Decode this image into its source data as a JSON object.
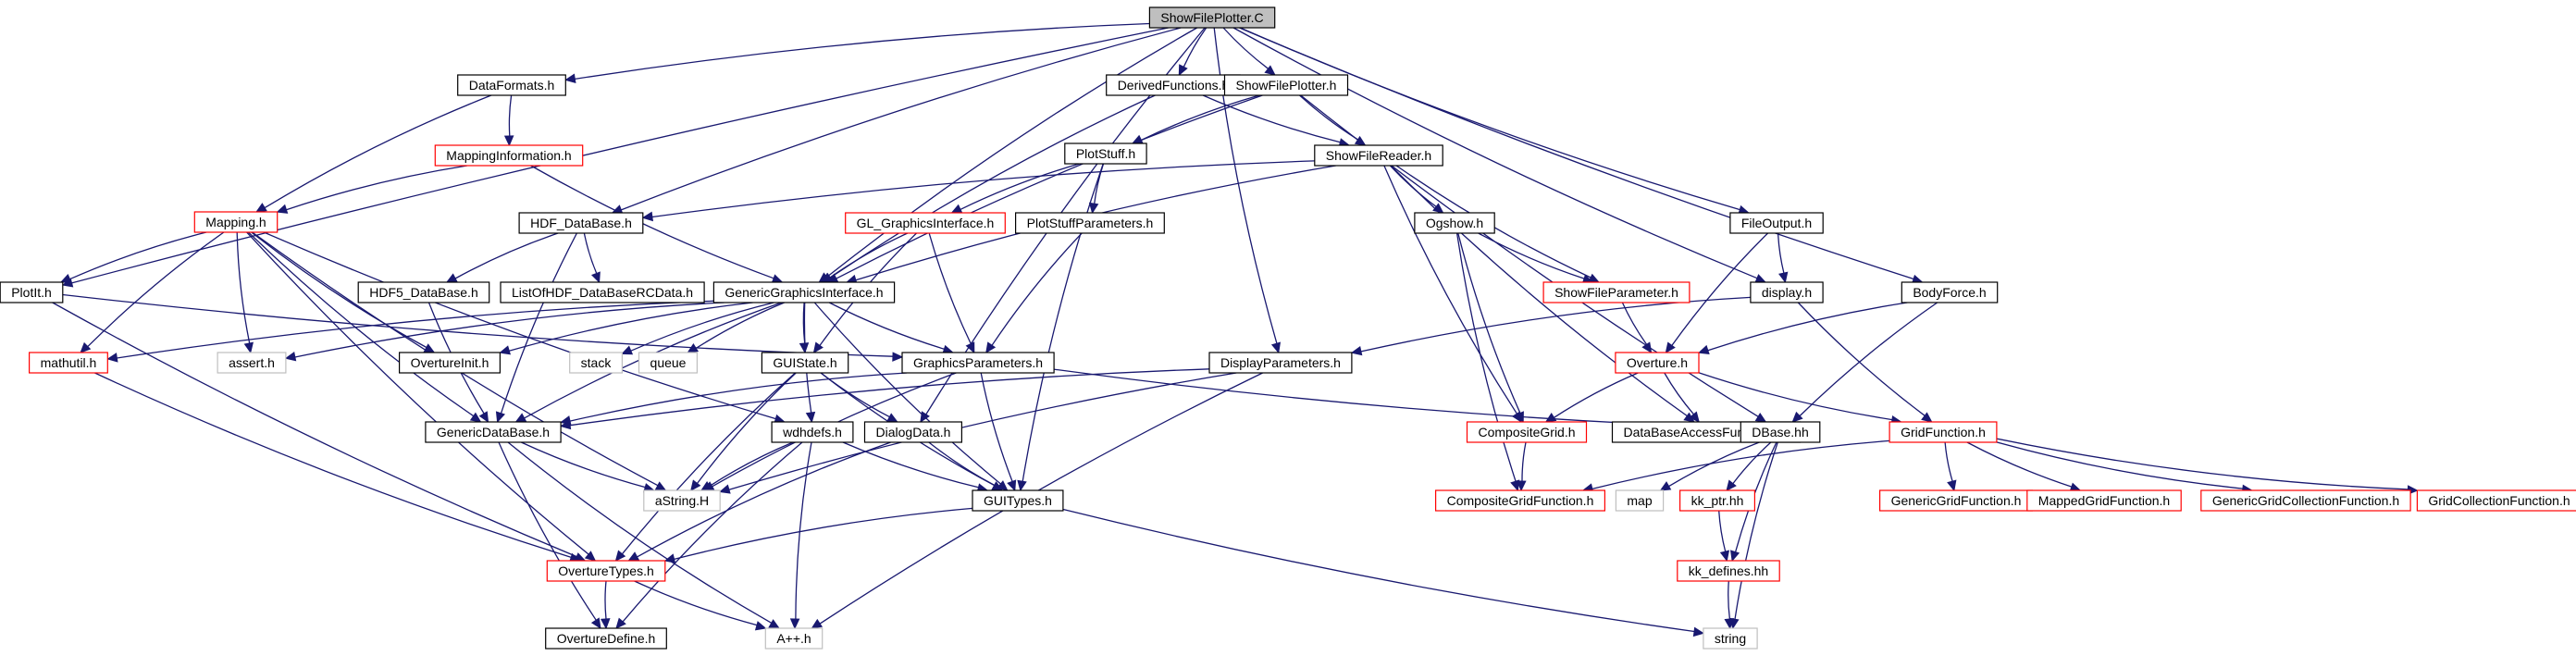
{
  "colors": {
    "edge": "#191970",
    "border_normal": "#000000",
    "border_truncated": "#ff0000",
    "border_external": "#bfbfbf",
    "fill_root": "#bfbfbf",
    "fill_normal": "#ffffff"
  },
  "nodes": [
    {
      "id": "root",
      "label": "ShowFilePlotter.C",
      "kind": "root"
    },
    {
      "id": "dataformats",
      "label": "DataFormats.h",
      "kind": "normal"
    },
    {
      "id": "derivedfunctions",
      "label": "DerivedFunctions.h",
      "kind": "normal"
    },
    {
      "id": "showfileplotter_h",
      "label": "ShowFilePlotter.h",
      "kind": "normal"
    },
    {
      "id": "mappinginformation",
      "label": "MappingInformation.h",
      "kind": "truncated"
    },
    {
      "id": "plotstuff",
      "label": "PlotStuff.h",
      "kind": "normal"
    },
    {
      "id": "showfilereader",
      "label": "ShowFileReader.h",
      "kind": "normal"
    },
    {
      "id": "mapping",
      "label": "Mapping.h",
      "kind": "truncated"
    },
    {
      "id": "hdf_database",
      "label": "HDF_DataBase.h",
      "kind": "normal"
    },
    {
      "id": "gl_graphics",
      "label": "GL_GraphicsInterface.h",
      "kind": "truncated"
    },
    {
      "id": "plotstuffparams",
      "label": "PlotStuffParameters.h",
      "kind": "normal"
    },
    {
      "id": "ogshow",
      "label": "Ogshow.h",
      "kind": "normal"
    },
    {
      "id": "fileoutput",
      "label": "FileOutput.h",
      "kind": "normal"
    },
    {
      "id": "plotit",
      "label": "PlotIt.h",
      "kind": "normal"
    },
    {
      "id": "hdf5_database",
      "label": "HDF5_DataBase.h",
      "kind": "normal"
    },
    {
      "id": "listofhdf",
      "label": "ListOfHDF_DataBaseRCData.h",
      "kind": "normal"
    },
    {
      "id": "genericgraphics",
      "label": "GenericGraphicsInterface.h",
      "kind": "normal"
    },
    {
      "id": "showfileparameter",
      "label": "ShowFileParameter.h",
      "kind": "truncated"
    },
    {
      "id": "display",
      "label": "display.h",
      "kind": "normal"
    },
    {
      "id": "bodyforce",
      "label": "BodyForce.h",
      "kind": "normal"
    },
    {
      "id": "mathutil",
      "label": "mathutil.h",
      "kind": "truncated"
    },
    {
      "id": "assert",
      "label": "assert.h",
      "kind": "external"
    },
    {
      "id": "overtureinit",
      "label": "OvertureInit.h",
      "kind": "normal"
    },
    {
      "id": "stack",
      "label": "stack",
      "kind": "external"
    },
    {
      "id": "queue",
      "label": "queue",
      "kind": "external"
    },
    {
      "id": "guistate",
      "label": "GUIState.h",
      "kind": "normal"
    },
    {
      "id": "graphicsparams",
      "label": "GraphicsParameters.h",
      "kind": "normal"
    },
    {
      "id": "displayparams",
      "label": "DisplayParameters.h",
      "kind": "normal"
    },
    {
      "id": "overture",
      "label": "Overture.h",
      "kind": "truncated"
    },
    {
      "id": "genericdatabase",
      "label": "GenericDataBase.h",
      "kind": "normal"
    },
    {
      "id": "wdhdefs",
      "label": "wdhdefs.h",
      "kind": "normal"
    },
    {
      "id": "dialogdata",
      "label": "DialogData.h",
      "kind": "normal"
    },
    {
      "id": "compositegrid",
      "label": "CompositeGrid.h",
      "kind": "truncated"
    },
    {
      "id": "dbaccess",
      "label": "DataBaseAccessFunctions.h",
      "kind": "normal"
    },
    {
      "id": "dbase",
      "label": "DBase.hh",
      "kind": "normal"
    },
    {
      "id": "gridfunction",
      "label": "GridFunction.h",
      "kind": "truncated"
    },
    {
      "id": "astring",
      "label": "aString.H",
      "kind": "external"
    },
    {
      "id": "guitypes",
      "label": "GUITypes.h",
      "kind": "normal"
    },
    {
      "id": "compositegridfunction",
      "label": "CompositeGridFunction.h",
      "kind": "truncated"
    },
    {
      "id": "map",
      "label": "map",
      "kind": "external"
    },
    {
      "id": "kk_ptr",
      "label": "kk_ptr.hh",
      "kind": "truncated"
    },
    {
      "id": "genericgridfunction",
      "label": "GenericGridFunction.h",
      "kind": "truncated"
    },
    {
      "id": "mappedgridfunction",
      "label": "MappedGridFunction.h",
      "kind": "truncated"
    },
    {
      "id": "genericgridcollection",
      "label": "GenericGridCollectionFunction.h",
      "kind": "truncated"
    },
    {
      "id": "gridcollection",
      "label": "GridCollectionFunction.h",
      "kind": "truncated"
    },
    {
      "id": "overturetypes",
      "label": "OvertureTypes.h",
      "kind": "truncated"
    },
    {
      "id": "kk_defines",
      "label": "kk_defines.hh",
      "kind": "truncated"
    },
    {
      "id": "overturedefine",
      "label": "OvertureDefine.h",
      "kind": "normal"
    },
    {
      "id": "aplusplus",
      "label": "A++.h",
      "kind": "external"
    },
    {
      "id": "string",
      "label": "string",
      "kind": "external"
    }
  ],
  "edges": [
    [
      "root",
      "dataformats"
    ],
    [
      "root",
      "derivedfunctions"
    ],
    [
      "root",
      "showfileplotter_h"
    ],
    [
      "root",
      "plotit"
    ],
    [
      "root",
      "hdf_database"
    ],
    [
      "root",
      "displayparams"
    ],
    [
      "root",
      "dialogdata"
    ],
    [
      "root",
      "display"
    ],
    [
      "root",
      "fileoutput"
    ],
    [
      "root",
      "bodyforce"
    ],
    [
      "root",
      "genericgraphics"
    ],
    [
      "dataformats",
      "mappinginformation"
    ],
    [
      "dataformats",
      "mapping"
    ],
    [
      "derivedfunctions",
      "showfilereader"
    ],
    [
      "derivedfunctions",
      "genericgraphics"
    ],
    [
      "showfileplotter_h",
      "plotstuff"
    ],
    [
      "showfileplotter_h",
      "showfilereader"
    ],
    [
      "showfileplotter_h",
      "genericgraphics"
    ],
    [
      "showfileplotter_h",
      "dbase"
    ],
    [
      "mappinginformation",
      "mapping"
    ],
    [
      "mappinginformation",
      "genericgraphics"
    ],
    [
      "plotstuff",
      "gl_graphics"
    ],
    [
      "plotstuff",
      "plotstuffparams"
    ],
    [
      "plotstuff",
      "guitypes"
    ],
    [
      "showfilereader",
      "hdf_database"
    ],
    [
      "showfilereader",
      "genericgraphics"
    ],
    [
      "showfilereader",
      "ogshow"
    ],
    [
      "showfilereader",
      "showfileparameter"
    ],
    [
      "showfilereader",
      "compositegrid"
    ],
    [
      "showfilereader",
      "dbaccess"
    ],
    [
      "mapping",
      "plotit"
    ],
    [
      "mapping",
      "mathutil"
    ],
    [
      "mapping",
      "assert"
    ],
    [
      "mapping",
      "overtureinit"
    ],
    [
      "mapping",
      "genericdatabase"
    ],
    [
      "mapping",
      "astring"
    ],
    [
      "mapping",
      "wdhdefs"
    ],
    [
      "mapping",
      "overturetypes"
    ],
    [
      "hdf_database",
      "hdf5_database"
    ],
    [
      "hdf_database",
      "listofhdf"
    ],
    [
      "hdf_database",
      "genericdatabase"
    ],
    [
      "gl_graphics",
      "genericgraphics"
    ],
    [
      "gl_graphics",
      "graphicsparams"
    ],
    [
      "gl_graphics",
      "guistate"
    ],
    [
      "plotstuffparams",
      "graphicsparams"
    ],
    [
      "ogshow",
      "showfileparameter"
    ],
    [
      "ogshow",
      "compositegrid"
    ],
    [
      "ogshow",
      "compositegridfunction"
    ],
    [
      "fileoutput",
      "display"
    ],
    [
      "fileoutput",
      "overture"
    ],
    [
      "plotit",
      "graphicsparams"
    ],
    [
      "plotit",
      "overturetypes"
    ],
    [
      "hdf5_database",
      "genericdatabase"
    ],
    [
      "genericgraphics",
      "mathutil"
    ],
    [
      "genericgraphics",
      "assert"
    ],
    [
      "genericgraphics",
      "overtureinit"
    ],
    [
      "genericgraphics",
      "stack"
    ],
    [
      "genericgraphics",
      "queue"
    ],
    [
      "genericgraphics",
      "guistate"
    ],
    [
      "genericgraphics",
      "graphicsparams"
    ],
    [
      "genericgraphics",
      "genericdatabase"
    ],
    [
      "genericgraphics",
      "wdhdefs"
    ],
    [
      "genericgraphics",
      "guitypes"
    ],
    [
      "showfileparameter",
      "overture"
    ],
    [
      "display",
      "displayparams"
    ],
    [
      "display",
      "gridfunction"
    ],
    [
      "bodyforce",
      "overture"
    ],
    [
      "bodyforce",
      "dbase"
    ],
    [
      "mathutil",
      "overturetypes"
    ],
    [
      "guistate",
      "dialogdata"
    ],
    [
      "guistate",
      "guitypes"
    ],
    [
      "guistate",
      "astring"
    ],
    [
      "guistate",
      "overturetypes"
    ],
    [
      "graphicsparams",
      "guitypes"
    ],
    [
      "graphicsparams",
      "astring"
    ],
    [
      "graphicsparams",
      "dbase"
    ],
    [
      "graphicsparams",
      "genericdatabase"
    ],
    [
      "displayparams",
      "genericdatabase"
    ],
    [
      "displayparams",
      "astring"
    ],
    [
      "displayparams",
      "aplusplus"
    ],
    [
      "overture",
      "compositegrid"
    ],
    [
      "overture",
      "dbaccess"
    ],
    [
      "overture",
      "gridfunction"
    ],
    [
      "genericdatabase",
      "astring"
    ],
    [
      "genericdatabase",
      "overturedefine"
    ],
    [
      "genericdatabase",
      "aplusplus"
    ],
    [
      "wdhdefs",
      "astring"
    ],
    [
      "wdhdefs",
      "guitypes"
    ],
    [
      "wdhdefs",
      "aplusplus"
    ],
    [
      "wdhdefs",
      "overturedefine"
    ],
    [
      "dialogdata",
      "guitypes"
    ],
    [
      "dialogdata",
      "overturetypes"
    ],
    [
      "compositegrid",
      "compositegridfunction"
    ],
    [
      "dbase",
      "map"
    ],
    [
      "dbase",
      "kk_ptr"
    ],
    [
      "dbase",
      "kk_defines"
    ],
    [
      "dbase",
      "string"
    ],
    [
      "gridfunction",
      "compositegridfunction"
    ],
    [
      "gridfunction",
      "genericgridfunction"
    ],
    [
      "gridfunction",
      "mappedgridfunction"
    ],
    [
      "gridfunction",
      "genericgridcollection"
    ],
    [
      "gridfunction",
      "gridcollection"
    ],
    [
      "guitypes",
      "overturetypes"
    ],
    [
      "guitypes",
      "string"
    ],
    [
      "kk_ptr",
      "kk_defines"
    ],
    [
      "kk_defines",
      "string"
    ],
    [
      "overturetypes",
      "overturedefine"
    ],
    [
      "overturetypes",
      "aplusplus"
    ]
  ]
}
